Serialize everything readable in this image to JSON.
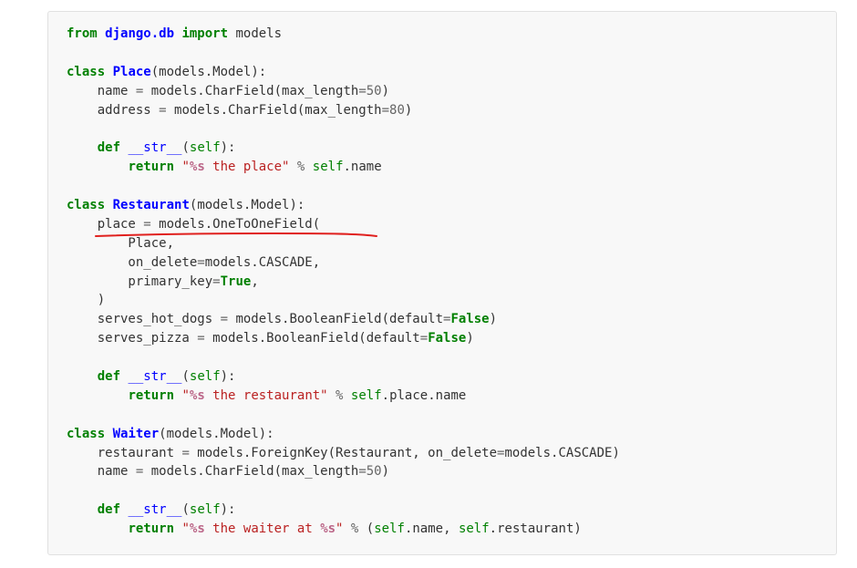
{
  "code_block": {
    "language": "python",
    "lines": [
      [
        {
          "t": "from",
          "k": "kw"
        },
        {
          "t": " ",
          "k": ""
        },
        {
          "t": "django.db",
          "k": "ns"
        },
        {
          "t": " ",
          "k": ""
        },
        {
          "t": "import",
          "k": "kw"
        },
        {
          "t": " models",
          "k": "name"
        }
      ],
      [],
      [
        {
          "t": "class",
          "k": "kw"
        },
        {
          "t": " ",
          "k": ""
        },
        {
          "t": "Place",
          "k": "cls"
        },
        {
          "t": "(models.Model):",
          "k": "name"
        }
      ],
      [
        {
          "t": "    name ",
          "k": "name"
        },
        {
          "t": "=",
          "k": "op"
        },
        {
          "t": " models.CharField(max_length",
          "k": "name"
        },
        {
          "t": "=",
          "k": "op"
        },
        {
          "t": "50",
          "k": "num"
        },
        {
          "t": ")",
          "k": "name"
        }
      ],
      [
        {
          "t": "    address ",
          "k": "name"
        },
        {
          "t": "=",
          "k": "op"
        },
        {
          "t": " models.CharField(max_length",
          "k": "name"
        },
        {
          "t": "=",
          "k": "op"
        },
        {
          "t": "80",
          "k": "num"
        },
        {
          "t": ")",
          "k": "name"
        }
      ],
      [],
      [
        {
          "t": "    ",
          "k": ""
        },
        {
          "t": "def",
          "k": "kw"
        },
        {
          "t": " ",
          "k": ""
        },
        {
          "t": "__str__",
          "k": "fn"
        },
        {
          "t": "(",
          "k": "name"
        },
        {
          "t": "self",
          "k": "bi"
        },
        {
          "t": "):",
          "k": "name"
        }
      ],
      [
        {
          "t": "        ",
          "k": ""
        },
        {
          "t": "return",
          "k": "kw"
        },
        {
          "t": " ",
          "k": ""
        },
        {
          "t": "\"",
          "k": "str"
        },
        {
          "t": "%s",
          "k": "interp"
        },
        {
          "t": " the place\"",
          "k": "str"
        },
        {
          "t": " ",
          "k": ""
        },
        {
          "t": "%",
          "k": "op"
        },
        {
          "t": " ",
          "k": ""
        },
        {
          "t": "self",
          "k": "bi"
        },
        {
          "t": ".name",
          "k": "name"
        }
      ],
      [],
      [
        {
          "t": "class",
          "k": "kw"
        },
        {
          "t": " ",
          "k": ""
        },
        {
          "t": "Restaurant",
          "k": "cls"
        },
        {
          "t": "(models.Model):",
          "k": "name"
        }
      ],
      [
        {
          "t": "    place ",
          "k": "name"
        },
        {
          "t": "=",
          "k": "op"
        },
        {
          "t": " models.OneToOneField(",
          "k": "name"
        }
      ],
      [
        {
          "t": "        Place,",
          "k": "name"
        }
      ],
      [
        {
          "t": "        on_delete",
          "k": "name"
        },
        {
          "t": "=",
          "k": "op"
        },
        {
          "t": "models.CASCADE,",
          "k": "name"
        }
      ],
      [
        {
          "t": "        primary_key",
          "k": "name"
        },
        {
          "t": "=",
          "k": "op"
        },
        {
          "t": "True",
          "k": "const"
        },
        {
          "t": ",",
          "k": "name"
        }
      ],
      [
        {
          "t": "    )",
          "k": "name"
        }
      ],
      [
        {
          "t": "    serves_hot_dogs ",
          "k": "name"
        },
        {
          "t": "=",
          "k": "op"
        },
        {
          "t": " models.BooleanField(default",
          "k": "name"
        },
        {
          "t": "=",
          "k": "op"
        },
        {
          "t": "False",
          "k": "const"
        },
        {
          "t": ")",
          "k": "name"
        }
      ],
      [
        {
          "t": "    serves_pizza ",
          "k": "name"
        },
        {
          "t": "=",
          "k": "op"
        },
        {
          "t": " models.BooleanField(default",
          "k": "name"
        },
        {
          "t": "=",
          "k": "op"
        },
        {
          "t": "False",
          "k": "const"
        },
        {
          "t": ")",
          "k": "name"
        }
      ],
      [],
      [
        {
          "t": "    ",
          "k": ""
        },
        {
          "t": "def",
          "k": "kw"
        },
        {
          "t": " ",
          "k": ""
        },
        {
          "t": "__str__",
          "k": "fn"
        },
        {
          "t": "(",
          "k": "name"
        },
        {
          "t": "self",
          "k": "bi"
        },
        {
          "t": "):",
          "k": "name"
        }
      ],
      [
        {
          "t": "        ",
          "k": ""
        },
        {
          "t": "return",
          "k": "kw"
        },
        {
          "t": " ",
          "k": ""
        },
        {
          "t": "\"",
          "k": "str"
        },
        {
          "t": "%s",
          "k": "interp"
        },
        {
          "t": " the restaurant\"",
          "k": "str"
        },
        {
          "t": " ",
          "k": ""
        },
        {
          "t": "%",
          "k": "op"
        },
        {
          "t": " ",
          "k": ""
        },
        {
          "t": "self",
          "k": "bi"
        },
        {
          "t": ".place.name",
          "k": "name"
        }
      ],
      [],
      [
        {
          "t": "class",
          "k": "kw"
        },
        {
          "t": " ",
          "k": ""
        },
        {
          "t": "Waiter",
          "k": "cls"
        },
        {
          "t": "(models.Model):",
          "k": "name"
        }
      ],
      [
        {
          "t": "    restaurant ",
          "k": "name"
        },
        {
          "t": "=",
          "k": "op"
        },
        {
          "t": " models.ForeignKey(Restaurant, on_delete",
          "k": "name"
        },
        {
          "t": "=",
          "k": "op"
        },
        {
          "t": "models.CASCADE)",
          "k": "name"
        }
      ],
      [
        {
          "t": "    name ",
          "k": "name"
        },
        {
          "t": "=",
          "k": "op"
        },
        {
          "t": " models.CharField(max_length",
          "k": "name"
        },
        {
          "t": "=",
          "k": "op"
        },
        {
          "t": "50",
          "k": "num"
        },
        {
          "t": ")",
          "k": "name"
        }
      ],
      [],
      [
        {
          "t": "    ",
          "k": ""
        },
        {
          "t": "def",
          "k": "kw"
        },
        {
          "t": " ",
          "k": ""
        },
        {
          "t": "__str__",
          "k": "fn"
        },
        {
          "t": "(",
          "k": "name"
        },
        {
          "t": "self",
          "k": "bi"
        },
        {
          "t": "):",
          "k": "name"
        }
      ],
      [
        {
          "t": "        ",
          "k": ""
        },
        {
          "t": "return",
          "k": "kw"
        },
        {
          "t": " ",
          "k": ""
        },
        {
          "t": "\"",
          "k": "str"
        },
        {
          "t": "%s",
          "k": "interp"
        },
        {
          "t": " the waiter at ",
          "k": "str"
        },
        {
          "t": "%s",
          "k": "interp"
        },
        {
          "t": "\"",
          "k": "str"
        },
        {
          "t": " ",
          "k": ""
        },
        {
          "t": "%",
          "k": "op"
        },
        {
          "t": " (",
          "k": "name"
        },
        {
          "t": "self",
          "k": "bi"
        },
        {
          "t": ".name, ",
          "k": "name"
        },
        {
          "t": "self",
          "k": "bi"
        },
        {
          "t": ".restaurant)",
          "k": "name"
        }
      ]
    ]
  },
  "annotation": {
    "color": "#e0201e",
    "underlined_text": "place = models.OneToOneField("
  }
}
